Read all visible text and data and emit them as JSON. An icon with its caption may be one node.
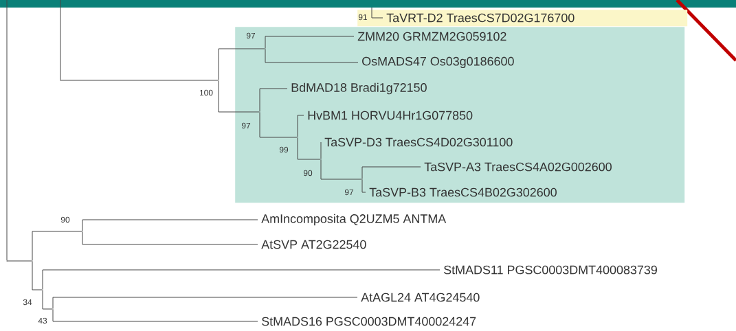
{
  "diagram": {
    "nodes": [
      {
        "text": [],
        "shape": "box"
      },
      {
        "text": [
          "TaVRT-D2 TraesCS7D02G176700"
        ],
        "in": 0
      },
      {
        "text": [],
        "shape": "box"
      },
      {
        "text": [
          "ZMM20 GRMZM2G059102"
        ],
        "in": 2
      },
      {
        "text": [
          "OsMADS47 Os03g0186600"
        ],
        "in": 2
      },
      {
        "text": [
          "BdMAD18 Bradi1g72150"
        ],
        "in": 2
      },
      {
        "text": [
          "HvBM1 HORVU4Hr1G077850"
        ],
        "in": 2
      },
      {
        "text": [
          "TaSVP-D3 TraesCS4D02G301100"
        ],
        "in": 2
      },
      {
        "text": [
          "TaSVP-A3 TraesCS4A02G002600"
        ],
        "in": 2
      },
      {
        "text": [
          "TaSVP-B3 TraesCS4B02G302600"
        ],
        "in": 2
      },
      {
        "text": [
          "AmIncomposita Q2UZM5 ANTMA"
        ]
      },
      {
        "text": [
          "AtSVP AT2G22540"
        ]
      },
      {
        "text": [
          "StMADS11 PGSC0003DMT400083739"
        ]
      },
      {
        "text": [
          "AtAGL24 AT4G24540"
        ]
      },
      {
        "text": [
          "StMADS16 PGSC0003DMT400024247"
        ]
      },
      {
        "text": [],
        "shape": "junction"
      },
      {
        "text": [],
        "shape": "junction"
      },
      {
        "text": [],
        "shape": "junction",
        "beside": [
          "100"
        ]
      },
      {
        "text": [],
        "shape": "junction",
        "beside": [
          "97"
        ],
        "in": 2
      },
      {
        "text": [],
        "shape": "junction",
        "beside": [
          "97"
        ],
        "in": 2
      },
      {
        "text": [],
        "shape": "junction",
        "beside": [
          "99"
        ],
        "in": 2
      },
      {
        "text": [],
        "shape": "junction",
        "beside": [
          "90"
        ],
        "in": 2
      },
      {
        "text": [],
        "shape": "junction",
        "beside": [
          "97"
        ],
        "in": 2
      },
      {
        "text": [],
        "shape": "junction"
      },
      {
        "text": [],
        "shape": "junction",
        "beside": [
          "90"
        ]
      },
      {
        "text": [],
        "shape": "junction",
        "beside": [
          "34"
        ]
      },
      {
        "text": [],
        "shape": "junction",
        "beside": [
          "43"
        ]
      }
    ],
    "edges": [
      {
        "from": null,
        "to": 1,
        "arrow": "none"
      },
      {
        "from": 15,
        "to": null,
        "arrow": "none"
      },
      {
        "from": 16,
        "to": null,
        "arrow": "none"
      },
      {
        "from": 16,
        "to": 17,
        "arrow": "none"
      },
      {
        "from": 17,
        "to": 18,
        "arrow": "none"
      },
      {
        "from": 17,
        "to": 19,
        "arrow": "none"
      },
      {
        "from": 18,
        "to": 3,
        "arrow": "none"
      },
      {
        "from": 18,
        "to": 4,
        "arrow": "none"
      },
      {
        "from": 19,
        "to": 5,
        "arrow": "none"
      },
      {
        "from": 19,
        "to": 20,
        "arrow": "none"
      },
      {
        "from": 20,
        "to": 6,
        "arrow": "none"
      },
      {
        "from": 20,
        "to": 21,
        "arrow": "none"
      },
      {
        "from": 21,
        "to": 7,
        "arrow": "none"
      },
      {
        "from": 21,
        "to": 22,
        "arrow": "none"
      },
      {
        "from": 22,
        "to": 8,
        "arrow": "none"
      },
      {
        "from": 22,
        "to": 9,
        "arrow": "none"
      },
      {
        "from": 15,
        "to": 23,
        "arrow": "none"
      },
      {
        "from": 23,
        "to": 24,
        "arrow": "none"
      },
      {
        "from": 23,
        "to": 25,
        "arrow": "none"
      },
      {
        "from": 24,
        "to": 10,
        "arrow": "none"
      },
      {
        "from": 24,
        "to": 11,
        "arrow": "none"
      },
      {
        "from": 25,
        "to": 12,
        "arrow": "none"
      },
      {
        "from": 25,
        "to": 26,
        "arrow": "none"
      },
      {
        "from": 26,
        "to": 13,
        "arrow": "none"
      },
      {
        "from": 26,
        "to": 14,
        "arrow": "none"
      }
    ],
    "labels": [
      "91"
    ]
  }
}
